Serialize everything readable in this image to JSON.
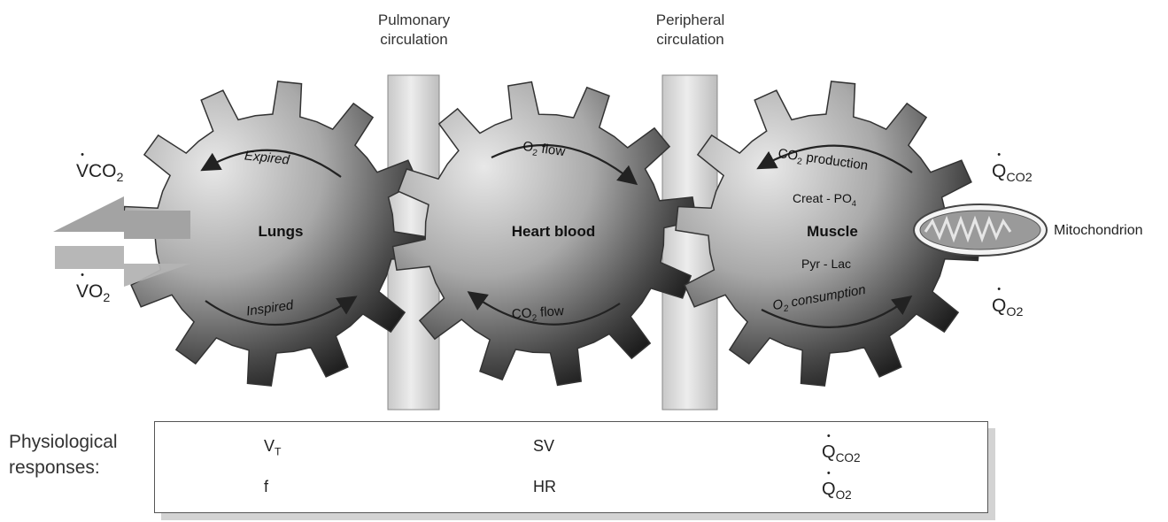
{
  "columns": {
    "pulmonary": [
      "Pulmonary",
      "circulation"
    ],
    "peripheral": [
      "Peripheral",
      "circulation"
    ]
  },
  "gears": {
    "lungs": {
      "label": "Lungs",
      "top_arrow": "Expired",
      "bottom_arrow": "Inspired"
    },
    "heart": {
      "label": "Heart blood",
      "top_arrow": {
        "pre": "O",
        "sub": "2",
        "post": " flow"
      },
      "bottom_arrow": {
        "pre": "CO",
        "sub": "2",
        "post": " flow"
      }
    },
    "muscle": {
      "label": "Muscle",
      "top_arrow": {
        "pre": "CO",
        "sub": "2",
        "post": " production"
      },
      "line1": {
        "pre": "Creat - PO",
        "sub": "4"
      },
      "line2": "Pyr - Lac",
      "bottom_arrow": {
        "pre": "O",
        "sub": "2",
        "post": " consumption"
      }
    }
  },
  "exchange": {
    "vco2": {
      "main": "V",
      "sub_text": "CO",
      "sub2": "2"
    },
    "vo2": {
      "main": "V",
      "sub_text": "O",
      "sub2": "2"
    },
    "qco2": {
      "main": "Q",
      "sub_text": "CO",
      "sub2": "2"
    },
    "qo2": {
      "main": "Q",
      "sub_text": "O",
      "sub2": "2"
    }
  },
  "mitochondrion": "Mitochondrion",
  "responses": {
    "title": [
      "Physiological",
      "responses:"
    ],
    "lungs": [
      {
        "main": "V",
        "sub": "T"
      },
      {
        "main": "f",
        "sub": ""
      }
    ],
    "heart": [
      {
        "main": "SV",
        "sub": ""
      },
      {
        "main": "HR",
        "sub": ""
      }
    ],
    "muscle": [
      {
        "main": "Q",
        "sub": "CO",
        "sub2": "2"
      },
      {
        "main": "Q",
        "sub": "O",
        "sub2": "2"
      }
    ]
  },
  "colors": {
    "gear_light": "#e6e6e6",
    "gear_dark": "#1e1e1e",
    "column": "#d9d9d9",
    "arrow": "#9a9a9a"
  }
}
